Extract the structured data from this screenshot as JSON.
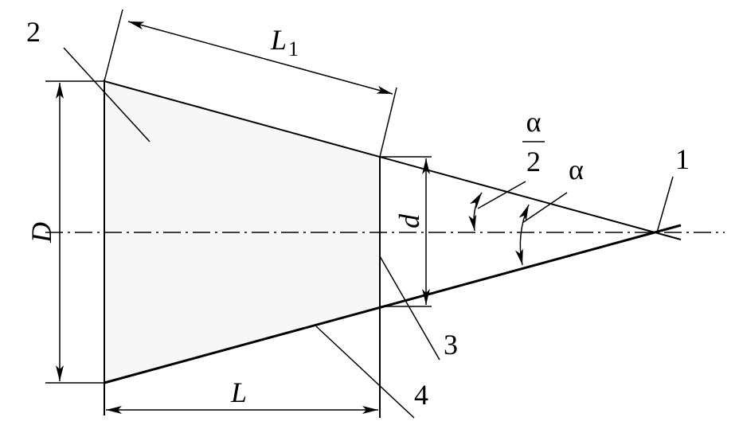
{
  "labels": {
    "part1": "1",
    "part2": "2",
    "part3": "3",
    "part4": "4",
    "large_diameter": "D",
    "small_diameter": "d",
    "length": "L",
    "slant_length": "L",
    "slant_length_sub": "1",
    "half_angle_num": "α",
    "half_angle_den": "2",
    "angle": "α"
  },
  "colors": {
    "line": "#000000",
    "fill": "#f7f7f7"
  }
}
